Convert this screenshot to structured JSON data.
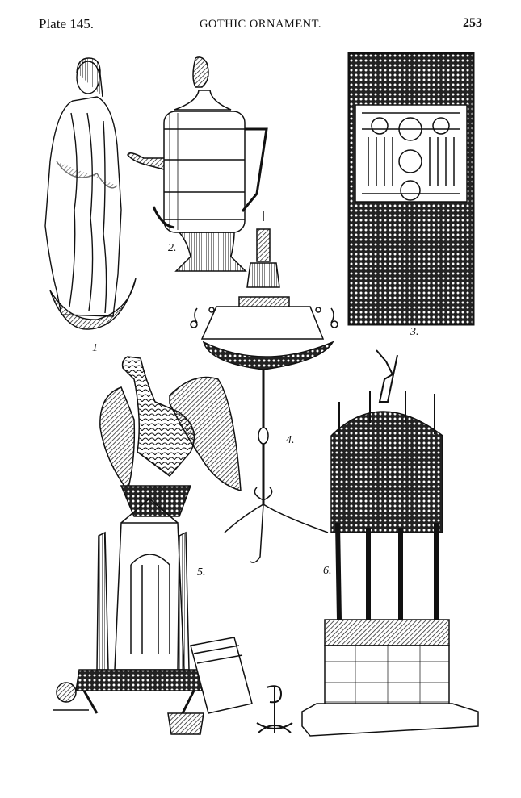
{
  "header": {
    "plate_label": "Plate 145.",
    "title": "GOTHIC ORNAMENT.",
    "page_number": "253"
  },
  "figures": [
    {
      "number": "1"
    },
    {
      "number": "2."
    },
    {
      "number": "3."
    },
    {
      "number": "4."
    },
    {
      "number": "5."
    },
    {
      "number": "6."
    }
  ]
}
